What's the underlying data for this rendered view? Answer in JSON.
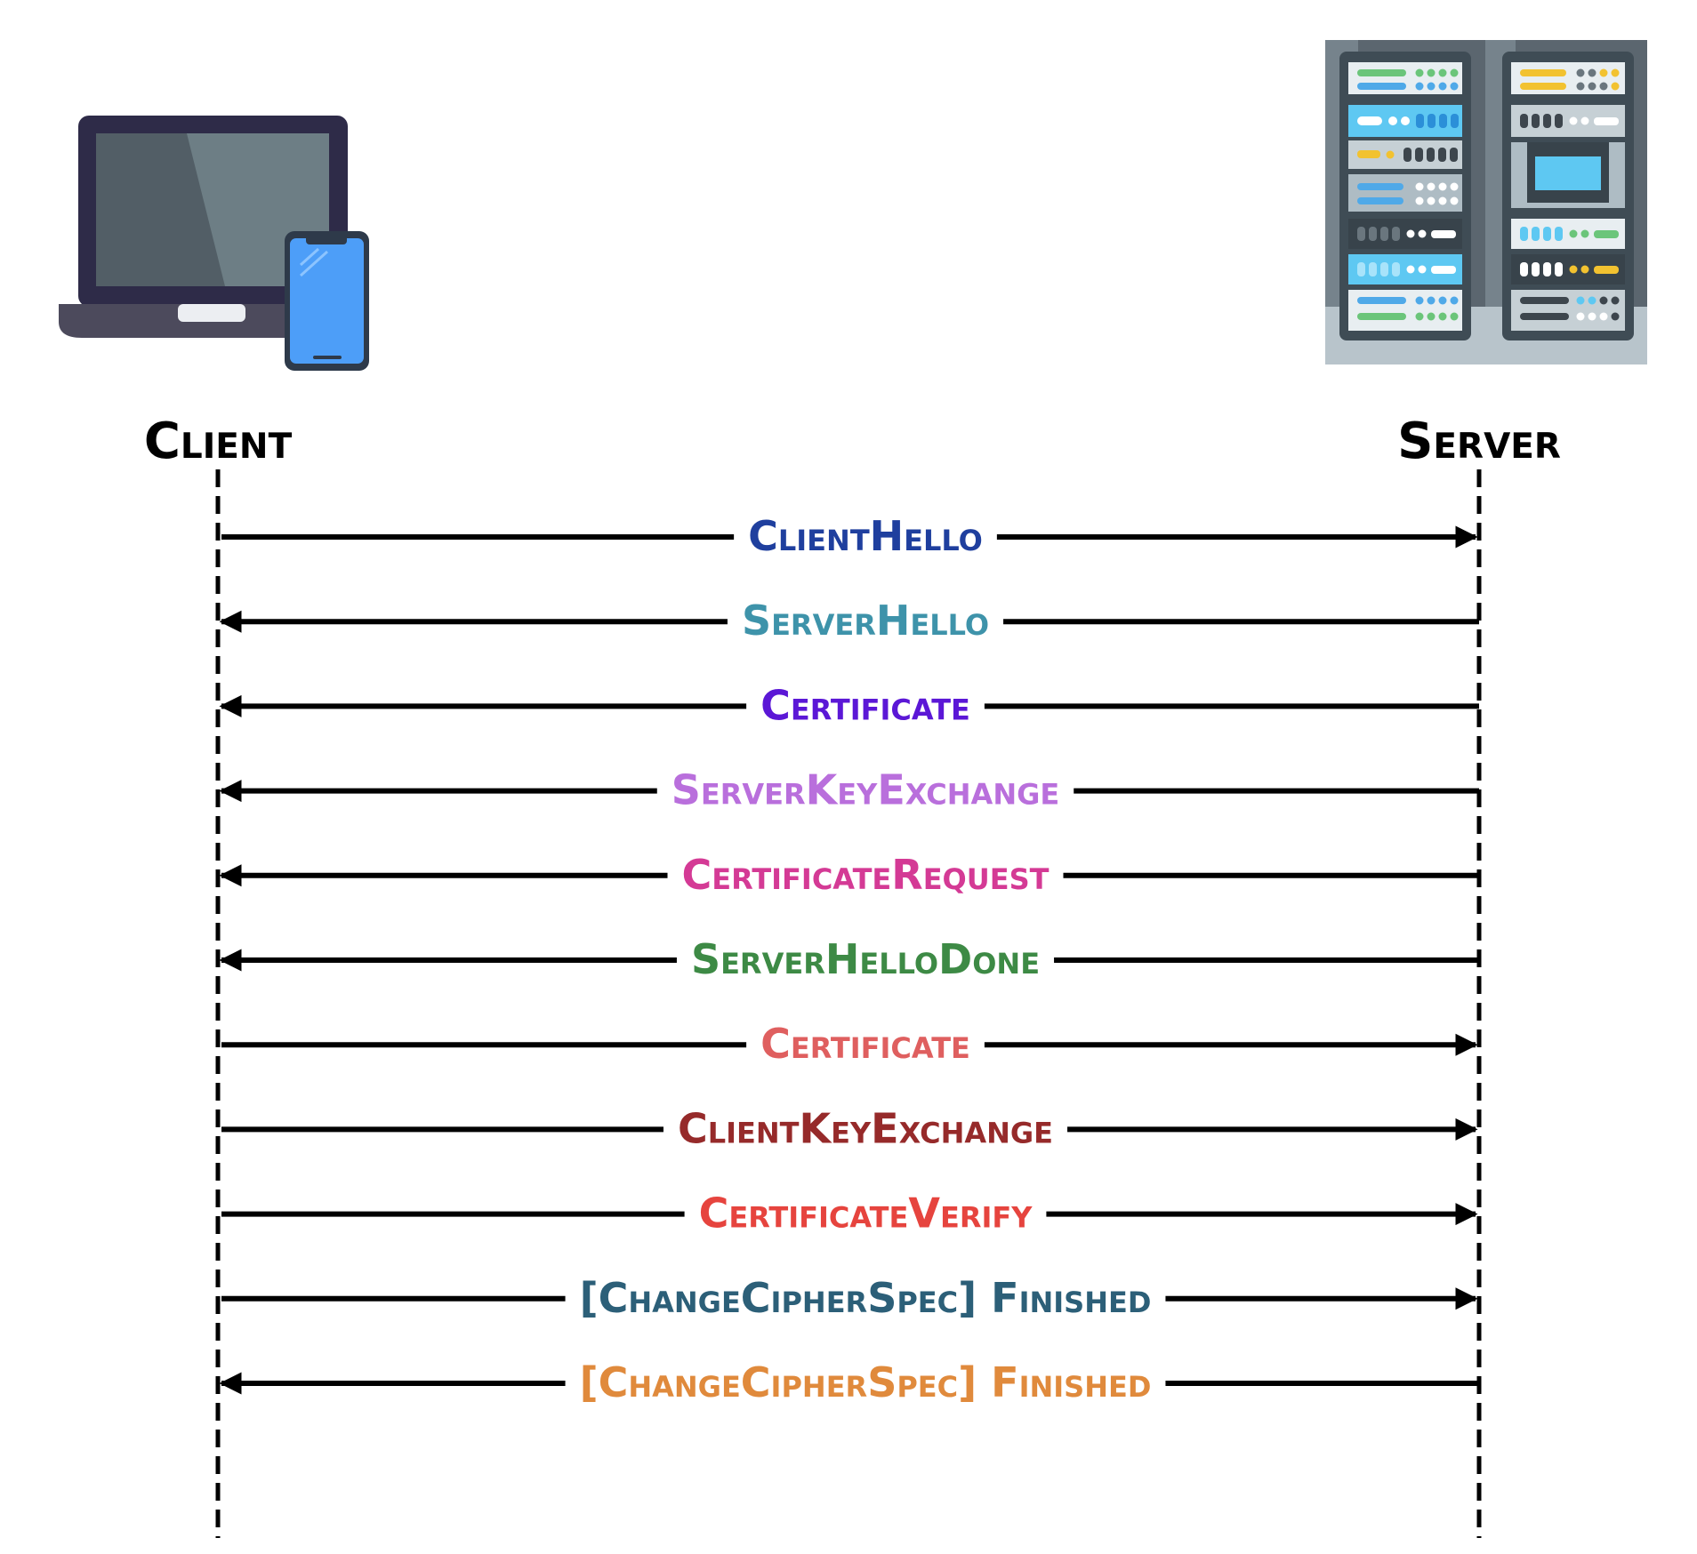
{
  "actors": {
    "client": {
      "label": "Client",
      "icon": "laptop-phone-icon"
    },
    "server": {
      "label": "Server",
      "icon": "server-rack-icon"
    }
  },
  "messages": [
    {
      "label": "ClientHello",
      "direction": "to-server",
      "color": "#1f3f9e"
    },
    {
      "label": "ServerHello",
      "direction": "to-client",
      "color": "#3e93aa"
    },
    {
      "label": "Certificate",
      "direction": "to-client",
      "color": "#5b17d6"
    },
    {
      "label": "ServerKeyExchange",
      "direction": "to-client",
      "color": "#b96fdc"
    },
    {
      "label": "CertificateRequest",
      "direction": "to-client",
      "color": "#d43a95"
    },
    {
      "label": "ServerHelloDone",
      "direction": "to-client",
      "color": "#3d8a45"
    },
    {
      "label": "Certificate",
      "direction": "to-server",
      "color": "#df5f5f"
    },
    {
      "label": "ClientKeyExchange",
      "direction": "to-server",
      "color": "#962a2a"
    },
    {
      "label": "CertificateVerify",
      "direction": "to-server",
      "color": "#e6443e"
    },
    {
      "label": "[ChangeCipherSpec] Finished",
      "direction": "to-server",
      "color": "#2c5f78"
    },
    {
      "label": "[ChangeCipherSpec] Finished",
      "direction": "to-client",
      "color": "#e08a3c"
    }
  ]
}
